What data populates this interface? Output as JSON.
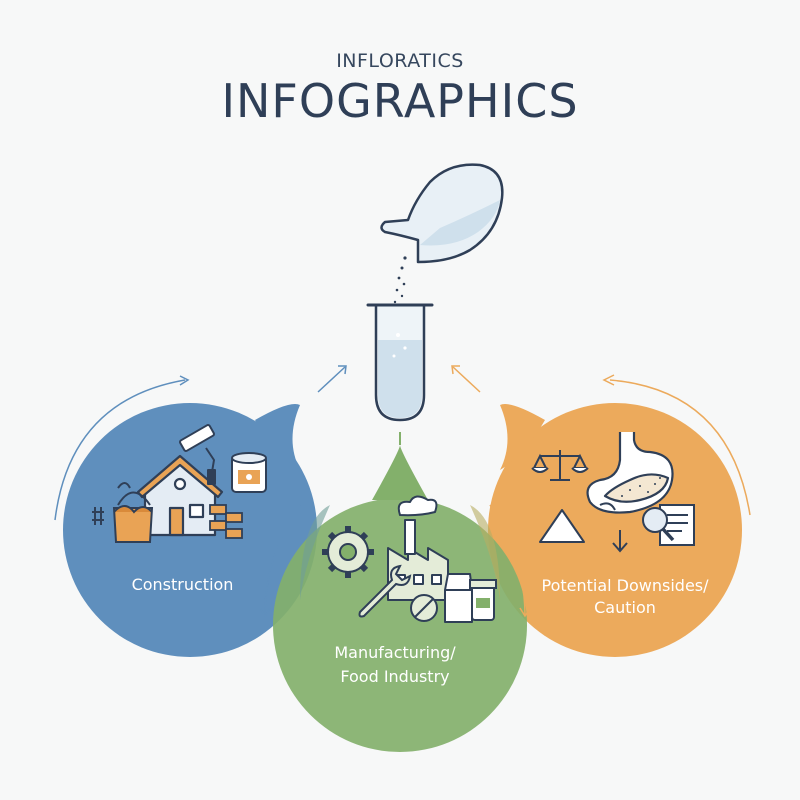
{
  "header": {
    "subtitle": "INFLORATICS",
    "title": "INFOGRAPHICS"
  },
  "sections": [
    {
      "id": "construction",
      "label": "Construction",
      "color": "#5f8fbd"
    },
    {
      "id": "manufacturing",
      "label": "Manufacturing/\nFood Industry",
      "color": "#83b06b"
    },
    {
      "id": "downsides",
      "label": "Potential Downsides/\nCaution",
      "color": "#ecaa5c"
    }
  ],
  "colors": {
    "outline": "#2f3f57",
    "flask": "#e8f0f6",
    "background": "#f7f8f8"
  },
  "icons": {
    "center": [
      "pouring-flask-icon",
      "test-tube-icon"
    ],
    "construction": [
      "house-icon",
      "paint-roller-icon",
      "paint-can-icon",
      "bricks-icon",
      "paint-bucket-icon"
    ],
    "manufacturing": [
      "gear-icon",
      "factory-icon",
      "wrench-icon",
      "milk-carton-icon",
      "pill-icon",
      "medicine-bottle-icon"
    ],
    "downsides": [
      "balance-scale-icon",
      "stomach-icon",
      "powder-pile-icon",
      "magnifier-document-icon",
      "down-arrow-icon"
    ]
  }
}
